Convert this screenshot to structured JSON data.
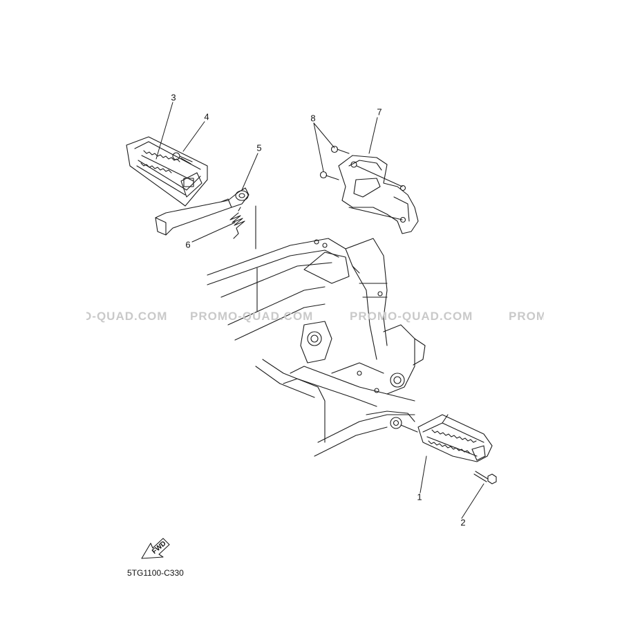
{
  "callouts": [
    "1",
    "2",
    "3",
    "4",
    "5",
    "6",
    "7",
    "8"
  ],
  "watermark": "PROMO-QUAD.COM",
  "watermark_partial_left": "D-QUAD.COM",
  "watermark_partial_right": "PROM",
  "fwd_label": "FWD",
  "diagram_code": "5TG1100-C330",
  "colors": {
    "line": "#1a1a1a",
    "watermark": "#c9c9c9",
    "background": "#ffffff"
  }
}
